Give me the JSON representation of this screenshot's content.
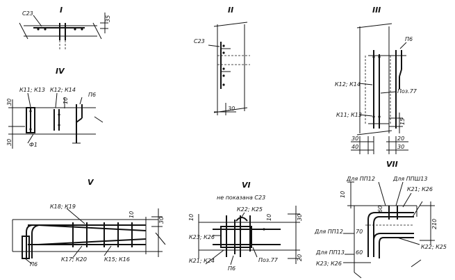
{
  "views": [
    {
      "numeral": "I",
      "labels": [
        "С23"
      ],
      "dims": [
        "35"
      ]
    },
    {
      "numeral": "II",
      "labels": [
        "С23"
      ],
      "dims": [
        "30"
      ]
    },
    {
      "numeral": "III",
      "labels": [
        "П6",
        "К12; К14",
        "Поз.77",
        "К11; К13"
      ],
      "dims": [
        "15",
        "30",
        "40",
        "20",
        "30"
      ]
    },
    {
      "numeral": "IV",
      "labels": [
        "К11; К13",
        "К12; К14",
        "П6",
        "Ф1"
      ],
      "dims": [
        "30",
        "10",
        "30"
      ]
    },
    {
      "numeral": "V",
      "labels": [
        "К18; К19",
        "П6",
        "К17; К20",
        "К15; К16"
      ],
      "dims": [
        "30",
        "10"
      ]
    },
    {
      "numeral": "VI",
      "subtitle": "не показана С23",
      "labels": [
        "К22; К25",
        "К23; К26",
        "К21; К24",
        "П6",
        "Поз.77"
      ],
      "dims": [
        "30",
        "10",
        "20",
        "10"
      ]
    },
    {
      "numeral": "VII",
      "labels": [
        "Для ПП12",
        "Для ППШ13",
        "К21; К26",
        "Для ПП12",
        "Для ПП13",
        "К22; К25",
        "К23; К26"
      ],
      "dims": [
        "10",
        "210",
        "60",
        "70",
        "60"
      ]
    }
  ]
}
